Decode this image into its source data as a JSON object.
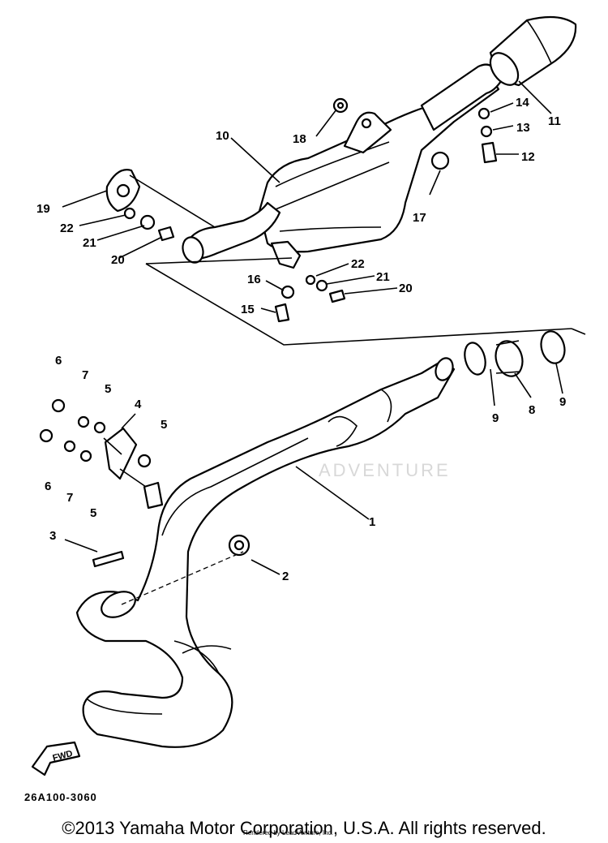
{
  "diagram": {
    "callouts": [
      {
        "id": "c1",
        "text": "1"
      },
      {
        "id": "c2",
        "text": "2"
      },
      {
        "id": "c3",
        "text": "3"
      },
      {
        "id": "c4",
        "text": "4"
      },
      {
        "id": "c5a",
        "text": "5"
      },
      {
        "id": "c5b",
        "text": "5"
      },
      {
        "id": "c5c",
        "text": "5"
      },
      {
        "id": "c6a",
        "text": "6"
      },
      {
        "id": "c6b",
        "text": "6"
      },
      {
        "id": "c7a",
        "text": "7"
      },
      {
        "id": "c7b",
        "text": "7"
      },
      {
        "id": "c8",
        "text": "8"
      },
      {
        "id": "c9a",
        "text": "9"
      },
      {
        "id": "c9b",
        "text": "9"
      },
      {
        "id": "c10",
        "text": "10"
      },
      {
        "id": "c11",
        "text": "11"
      },
      {
        "id": "c12",
        "text": "12"
      },
      {
        "id": "c13",
        "text": "13"
      },
      {
        "id": "c14",
        "text": "14"
      },
      {
        "id": "c15",
        "text": "15"
      },
      {
        "id": "c16",
        "text": "16"
      },
      {
        "id": "c17",
        "text": "17"
      },
      {
        "id": "c18",
        "text": "18"
      },
      {
        "id": "c19",
        "text": "19"
      },
      {
        "id": "c20a",
        "text": "20"
      },
      {
        "id": "c20b",
        "text": "20"
      },
      {
        "id": "c21a",
        "text": "21"
      },
      {
        "id": "c21b",
        "text": "21"
      },
      {
        "id": "c22a",
        "text": "22"
      },
      {
        "id": "c22b",
        "text": "22"
      }
    ],
    "fwd_label": "FWD",
    "diagram_code": "26A100-3060",
    "watermark": "ADVENTURE"
  },
  "footer": {
    "copyright": "©2013 Yamaha Motor Corporation, U.S.A. All rights reserved.",
    "rendered_by": "Rendered by LeadVenture, Inc."
  }
}
